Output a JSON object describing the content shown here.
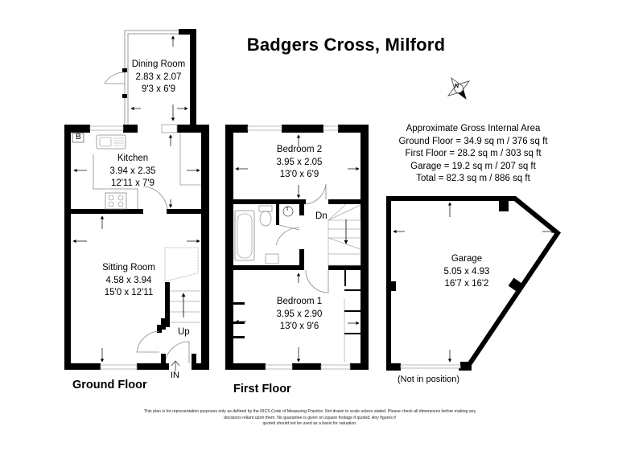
{
  "title": "Badgers Cross, Milford",
  "area_summary": {
    "heading": "Approximate Gross Internal Area",
    "ground_floor": "Ground Floor = 34.9 sq m / 376 sq ft",
    "first_floor": "First Floor = 28.2 sq m / 303 sq ft",
    "garage": "Garage = 19.2 sq m / 207 sq ft",
    "total": "Total = 82.3 sq m / 886 sq ft"
  },
  "compass": {
    "icon": "north-compass-icon",
    "label": "N"
  },
  "floors": {
    "ground": {
      "label": "Ground Floor",
      "rooms": [
        {
          "name": "Dining Room",
          "metric": "2.83 x 2.07",
          "imperial": "9'3 x 6'9"
        },
        {
          "name": "Kitchen",
          "metric": "3.94 x 2.35",
          "imperial": "12'11 x 7'9"
        },
        {
          "name": "Sitting Room",
          "metric": "4.58 x 3.94",
          "imperial": "15'0 x 12'11"
        }
      ],
      "annotations": {
        "boiler": "B",
        "stairs": "Up",
        "entrance": "IN"
      }
    },
    "first": {
      "label": "First Floor",
      "rooms": [
        {
          "name": "Bedroom 2",
          "metric": "3.95 x 2.05",
          "imperial": "13'0 x 6'9"
        },
        {
          "name": "Bedroom 1",
          "metric": "3.95 x 2.90",
          "imperial": "13'0 x 9'6"
        }
      ],
      "annotations": {
        "tank": "T",
        "stairs": "Dn"
      }
    },
    "garage": {
      "rooms": [
        {
          "name": "Garage",
          "metric": "5.05 x 4.93",
          "imperial": "16'7 x 16'2"
        }
      ],
      "note": "(Not in position)"
    }
  },
  "disclaimer": {
    "line1": "This plan is for representation purposes only as defined by the RICS Code of Measuring Practice. Not drawn to scale unless stated. Please check all dimensions before making any",
    "line2": "decisions reliant upon them. No guarantee is given on square footage if quoted. Any figures if",
    "line3": "quoted should not be used as a basis for valuation."
  },
  "colors": {
    "wall": "#000000",
    "fixture": "#9a9a9a",
    "window": "#bdbdbd",
    "background": "#ffffff"
  }
}
